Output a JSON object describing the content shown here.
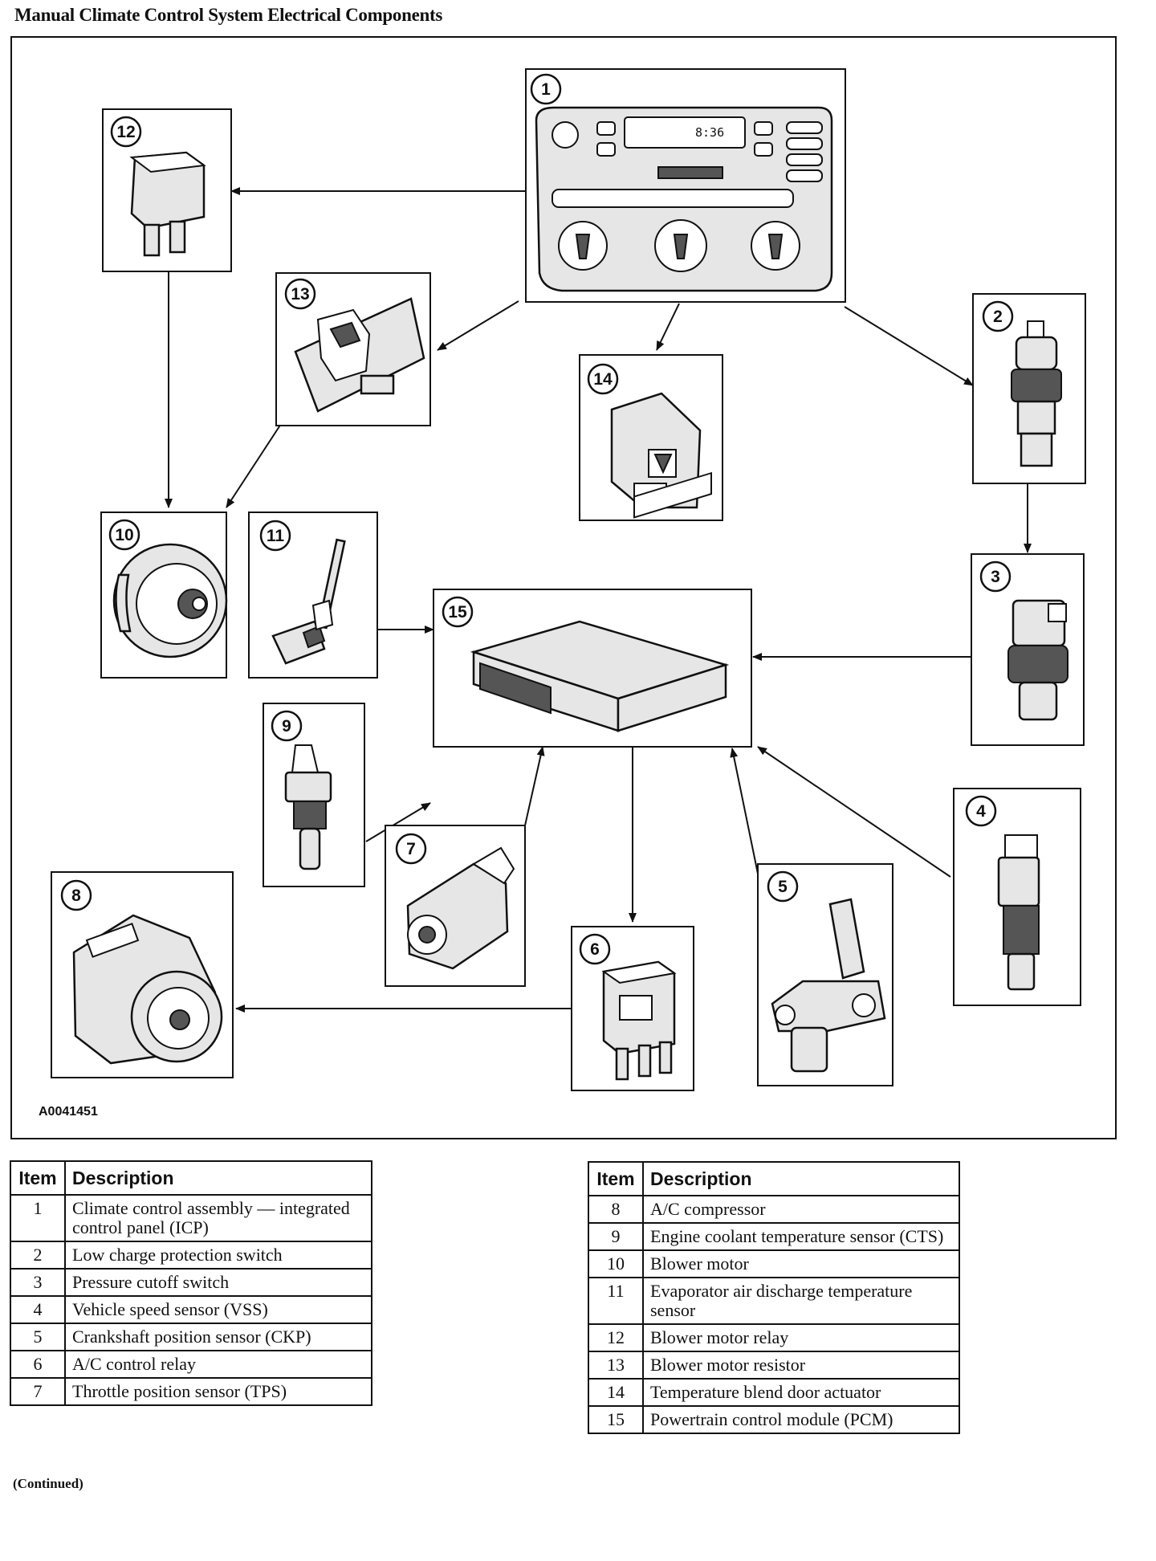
{
  "title": "Manual Climate Control System Electrical Components",
  "figure_code": "A0041451",
  "clock_display": "8:36",
  "components": [
    {
      "num": "1",
      "icon": "climate-control-panel-icon"
    },
    {
      "num": "2",
      "icon": "pressure-switch-icon"
    },
    {
      "num": "3",
      "icon": "pressure-switch-icon"
    },
    {
      "num": "4",
      "icon": "speed-sensor-icon"
    },
    {
      "num": "5",
      "icon": "crankshaft-sensor-icon"
    },
    {
      "num": "6",
      "icon": "relay-icon"
    },
    {
      "num": "7",
      "icon": "throttle-sensor-icon"
    },
    {
      "num": "8",
      "icon": "compressor-icon"
    },
    {
      "num": "9",
      "icon": "temperature-sensor-icon"
    },
    {
      "num": "10",
      "icon": "blower-motor-icon"
    },
    {
      "num": "11",
      "icon": "evaporator-sensor-icon"
    },
    {
      "num": "12",
      "icon": "relay-icon"
    },
    {
      "num": "13",
      "icon": "resistor-icon"
    },
    {
      "num": "14",
      "icon": "actuator-icon"
    },
    {
      "num": "15",
      "icon": "control-module-icon"
    }
  ],
  "table_header": {
    "item": "Item",
    "description": "Description"
  },
  "table_left": [
    {
      "item": "1",
      "description": "Climate control assembly — integrated control panel (ICP)"
    },
    {
      "item": "2",
      "description": "Low charge protection switch"
    },
    {
      "item": "3",
      "description": "Pressure cutoff switch"
    },
    {
      "item": "4",
      "description": "Vehicle speed sensor (VSS)"
    },
    {
      "item": "5",
      "description": "Crankshaft position sensor (CKP)"
    },
    {
      "item": "6",
      "description": "A/C control relay"
    },
    {
      "item": "7",
      "description": "Throttle position sensor (TPS)"
    }
  ],
  "table_right": [
    {
      "item": "8",
      "description": "A/C compressor"
    },
    {
      "item": "9",
      "description": "Engine coolant temperature sensor (CTS)"
    },
    {
      "item": "10",
      "description": "Blower motor"
    },
    {
      "item": "11",
      "description": "Evaporator air discharge temperature sensor"
    },
    {
      "item": "12",
      "description": "Blower motor relay"
    },
    {
      "item": "13",
      "description": "Blower motor resistor"
    },
    {
      "item": "14",
      "description": "Temperature blend door actuator"
    },
    {
      "item": "15",
      "description": "Powertrain control module (PCM)"
    }
  ],
  "continued_note": "(Continued)"
}
